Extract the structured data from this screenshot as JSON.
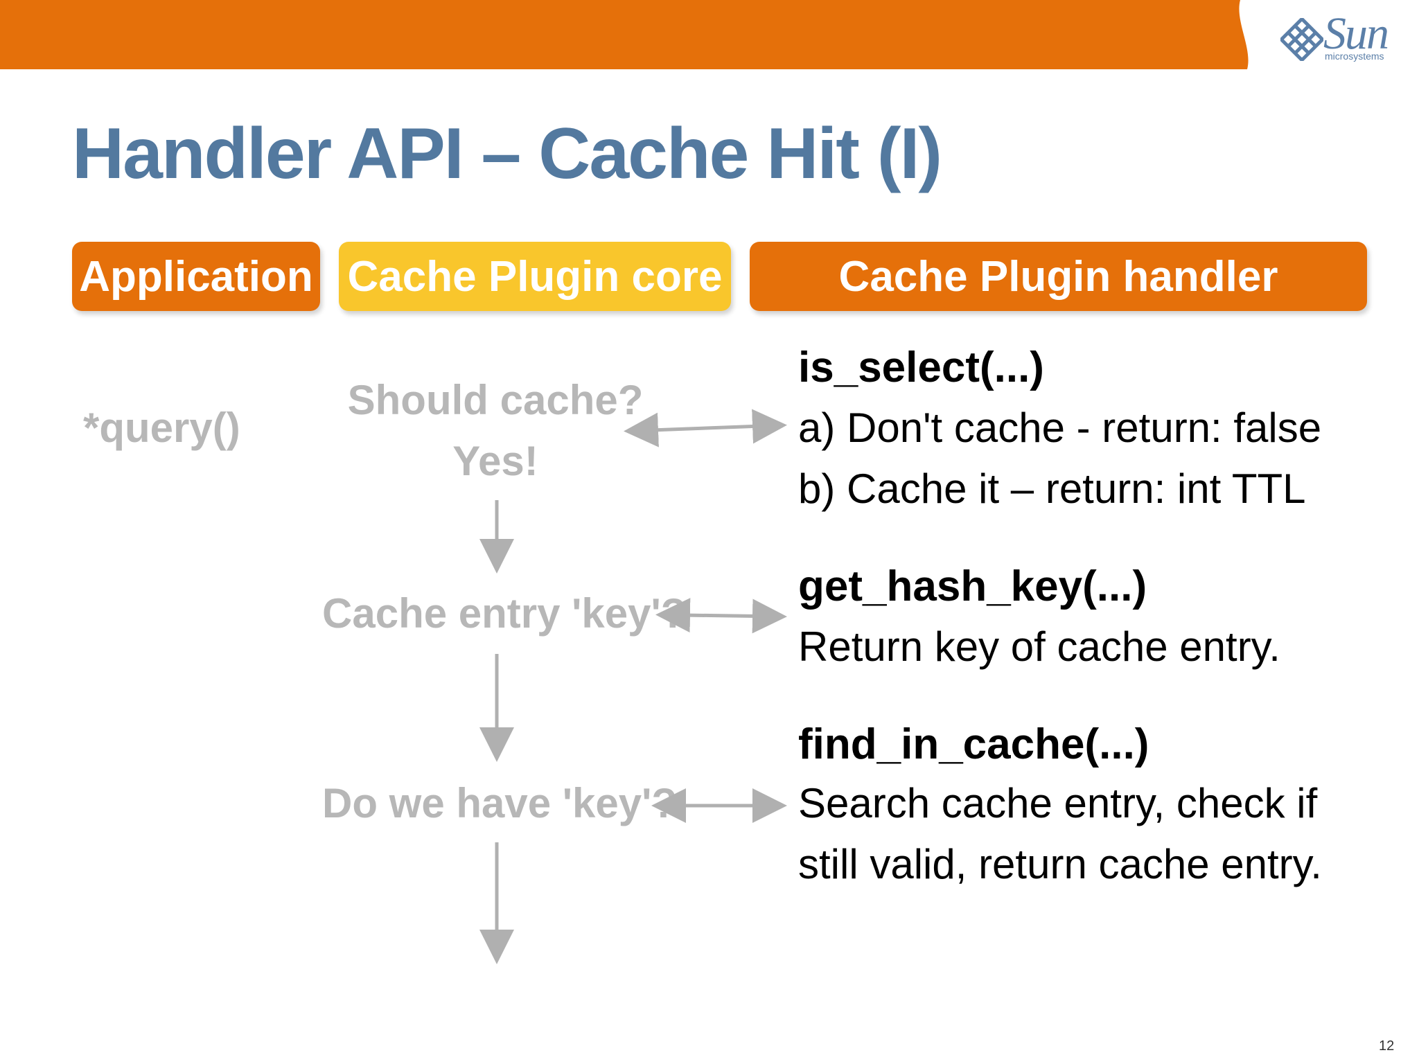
{
  "slide": {
    "title": "Handler API – Cache Hit (I)",
    "page_number": "12",
    "logo": {
      "word": "Sun",
      "sub": "microsystems"
    }
  },
  "columns": {
    "application": "Application",
    "core": "Cache Plugin core",
    "handler": "Cache Plugin handler"
  },
  "application_flow": {
    "query": "*query()"
  },
  "core_flow": {
    "should_cache": "Should cache?",
    "yes": "Yes!",
    "entry_key": "Cache entry 'key'?",
    "have_key": "Do we have 'key'?"
  },
  "handler_calls": [
    {
      "name": "is_select(...)",
      "lines": [
        "a) Don't cache - return: false",
        "b) Cache it – return: int TTL"
      ]
    },
    {
      "name": "get_hash_key(...)",
      "lines": [
        "Return key of cache entry."
      ]
    },
    {
      "name": "find_in_cache(...)",
      "lines": [
        "Search cache entry, check if",
        "still valid, return cache entry."
      ]
    }
  ],
  "colors": {
    "orange": "#e5700a",
    "yellow": "#f9c62c",
    "title_blue": "#53799f",
    "gray_text": "#b7b7b7",
    "arrow_gray": "#b0b0b0"
  }
}
